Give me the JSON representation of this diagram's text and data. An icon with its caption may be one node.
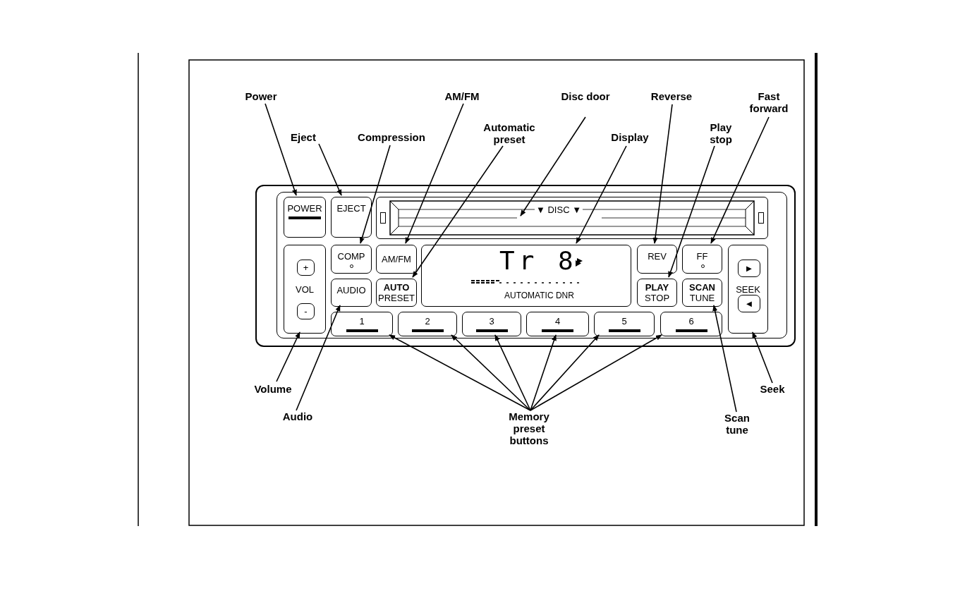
{
  "diagram": {
    "nodes": [
      {
        "text": [],
        "shape": "box"
      },
      {
        "text": [
          "POWER"
        ],
        "in": 0
      },
      {
        "text": [
          "EJECT"
        ],
        "in": 0
      },
      {
        "text": [
          "▼ DISC ▼"
        ],
        "in": 0
      },
      {
        "text": [
          "VOL"
        ],
        "in": 0
      },
      {
        "text": [
          "+"
        ],
        "in": 4
      },
      {
        "text": [
          "-"
        ],
        "in": 4
      },
      {
        "text": [
          "COMP"
        ],
        "in": 0
      },
      {
        "text": [
          "AM/FM"
        ],
        "in": 0
      },
      {
        "text": [
          "Tr 8",
          "AUTOMATIC DNR"
        ],
        "in": 0
      },
      {
        "text": [
          "REV"
        ],
        "in": 0
      },
      {
        "text": [
          "FF"
        ],
        "in": 0
      },
      {
        "text": [
          "SEEK"
        ],
        "in": 0
      },
      {
        "text": [
          "►"
        ],
        "in": 12
      },
      {
        "text": [
          "◄"
        ],
        "in": 12
      },
      {
        "text": [
          "AUDIO"
        ],
        "in": 0
      },
      {
        "text": [
          "AUTO",
          "PRESET"
        ],
        "in": 0
      },
      {
        "text": [
          "PLAY",
          "STOP"
        ],
        "in": 0
      },
      {
        "text": [
          "SCAN",
          "TUNE"
        ],
        "in": 0
      },
      {
        "text": [
          "1"
        ],
        "in": 0
      },
      {
        "text": [
          "2"
        ],
        "in": 0
      },
      {
        "text": [
          "3"
        ],
        "in": 0
      },
      {
        "text": [
          "4"
        ],
        "in": 0
      },
      {
        "text": [
          "5"
        ],
        "in": 0
      },
      {
        "text": [
          "6"
        ],
        "in": 0
      },
      {
        "text": [
          "Power"
        ]
      },
      {
        "text": [
          "Eject"
        ]
      },
      {
        "text": [
          "Compression"
        ]
      },
      {
        "text": [
          "AM/FM"
        ]
      },
      {
        "text": [
          "Automatic preset"
        ]
      },
      {
        "text": [
          "Disc door"
        ]
      },
      {
        "text": [
          "Display"
        ]
      },
      {
        "text": [
          "Reverse"
        ]
      },
      {
        "text": [
          "Play stop"
        ]
      },
      {
        "text": [
          "Fast forward"
        ]
      },
      {
        "text": [
          "Volume"
        ]
      },
      {
        "text": [
          "Audio"
        ]
      },
      {
        "text": [
          "Memory preset buttons"
        ]
      },
      {
        "text": [
          "Scan tune"
        ]
      },
      {
        "text": [
          "Seek"
        ]
      }
    ],
    "edges": [
      {
        "from": 25,
        "to": 1,
        "arrow": "to"
      },
      {
        "from": 26,
        "to": 2,
        "arrow": "to"
      },
      {
        "from": 27,
        "to": 7,
        "arrow": "to"
      },
      {
        "from": 28,
        "to": 8,
        "arrow": "to"
      },
      {
        "from": 29,
        "to": 16,
        "arrow": "to"
      },
      {
        "from": 30,
        "to": 3,
        "arrow": "to"
      },
      {
        "from": 31,
        "to": 9,
        "arrow": "to"
      },
      {
        "from": 32,
        "to": 10,
        "arrow": "to"
      },
      {
        "from": 33,
        "to": 17,
        "arrow": "to"
      },
      {
        "from": 34,
        "to": 11,
        "arrow": "to"
      },
      {
        "from": 35,
        "to": 4,
        "arrow": "to"
      },
      {
        "from": 36,
        "to": 15,
        "arrow": "to"
      },
      {
        "from": 37,
        "to": 19,
        "arrow": "to"
      },
      {
        "from": 37,
        "to": 20,
        "arrow": "to"
      },
      {
        "from": 37,
        "to": 21,
        "arrow": "to"
      },
      {
        "from": 37,
        "to": 22,
        "arrow": "to"
      },
      {
        "from": 37,
        "to": 23,
        "arrow": "to"
      },
      {
        "from": 37,
        "to": 24,
        "arrow": "to"
      },
      {
        "from": 38,
        "to": 18,
        "arrow": "to"
      },
      {
        "from": 39,
        "to": 12,
        "arrow": "to"
      }
    ]
  }
}
